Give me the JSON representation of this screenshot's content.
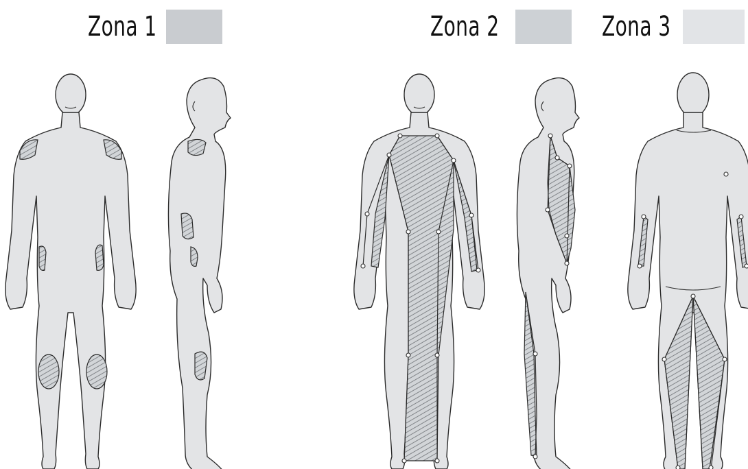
{
  "legend": [
    {
      "label": "Zona 1",
      "color": "#c9ccd0"
    },
    {
      "label": "Zona 2",
      "color": "#cdd1d5"
    },
    {
      "label": "Zona 3",
      "color": "#e2e4e7"
    }
  ],
  "colors": {
    "body_fill": "#e3e4e6",
    "outline": "#2b2b2b",
    "hatch_fill": "#d2d5d8"
  },
  "figures": [
    {
      "name": "zona-1-front",
      "view": "front"
    },
    {
      "name": "zona-1-side",
      "view": "side"
    },
    {
      "name": "zona-2-front",
      "view": "front"
    },
    {
      "name": "zona-2-side",
      "view": "side"
    },
    {
      "name": "zona-3-back",
      "view": "back"
    }
  ]
}
